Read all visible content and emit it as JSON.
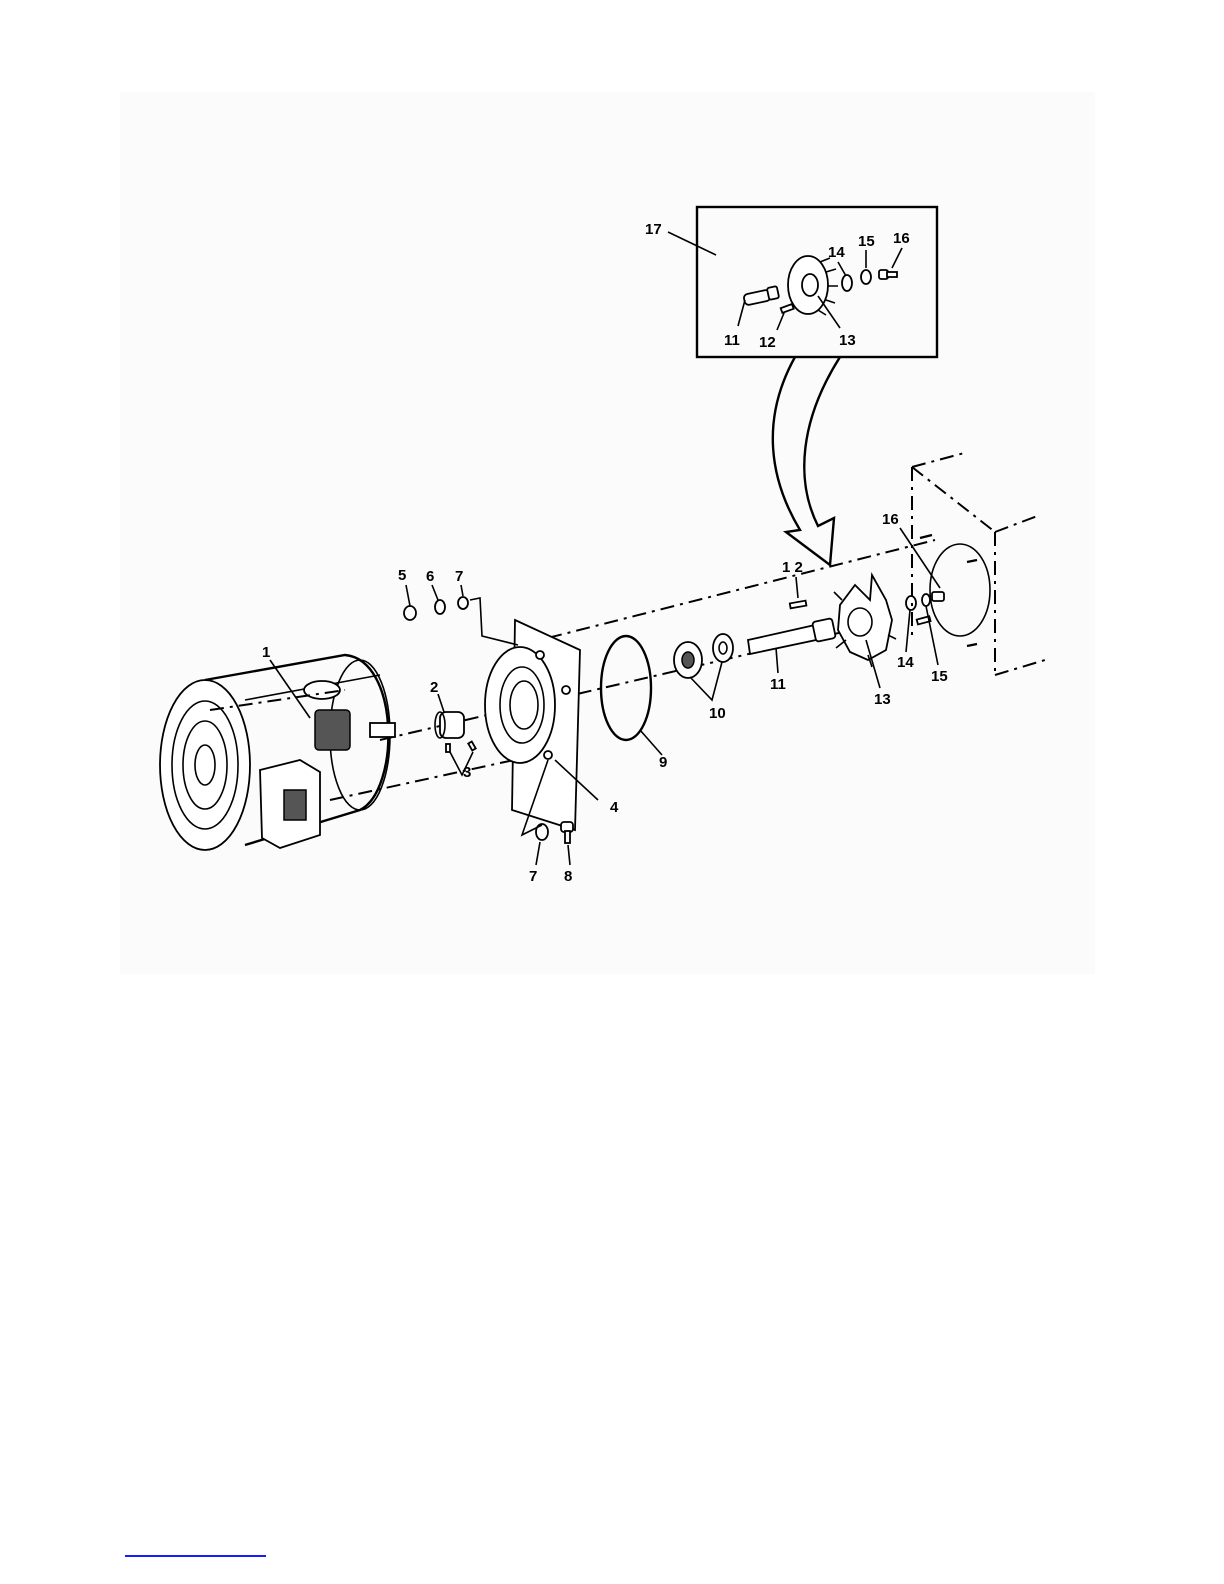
{
  "diagram": {
    "callouts": {
      "c1": "1",
      "c2": "2",
      "c3": "3",
      "c4": "4",
      "c5": "5",
      "c6": "6",
      "c7_top": "7",
      "c7_bottom": "7",
      "c8": "8",
      "c9": "9",
      "c10": "10",
      "c11_main": "11",
      "c12_main": "1 2",
      "c13_main": "13",
      "c14_main": "14",
      "c15_main": "15",
      "c16_main": "16",
      "c17": "17",
      "c11_inset": "11",
      "c12_inset": "12",
      "c13_inset": "13",
      "c14_inset": "14",
      "c15_inset": "15",
      "c16_inset": "16"
    }
  }
}
